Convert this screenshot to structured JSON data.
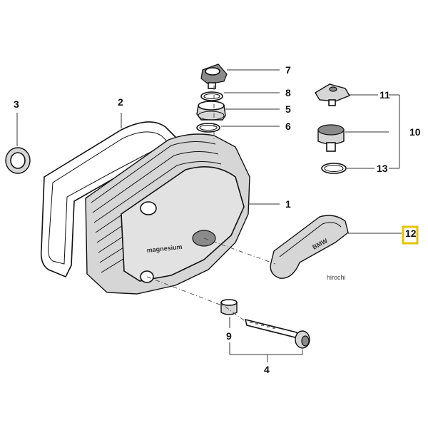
{
  "callouts": {
    "c1": "1",
    "c2": "2",
    "c3": "3",
    "c4": "4",
    "c5": "5",
    "c6": "6",
    "c7": "7",
    "c8": "8",
    "c9": "9",
    "c10": "10",
    "c11": "11",
    "c12": "12",
    "c13": "13"
  },
  "cover_emboss": "magnesium",
  "trim_emboss": "BMW",
  "watermark": "hirochi",
  "colors": {
    "highlight": "#e6c300",
    "line": "#111111",
    "fill": "#d6d6d6"
  }
}
